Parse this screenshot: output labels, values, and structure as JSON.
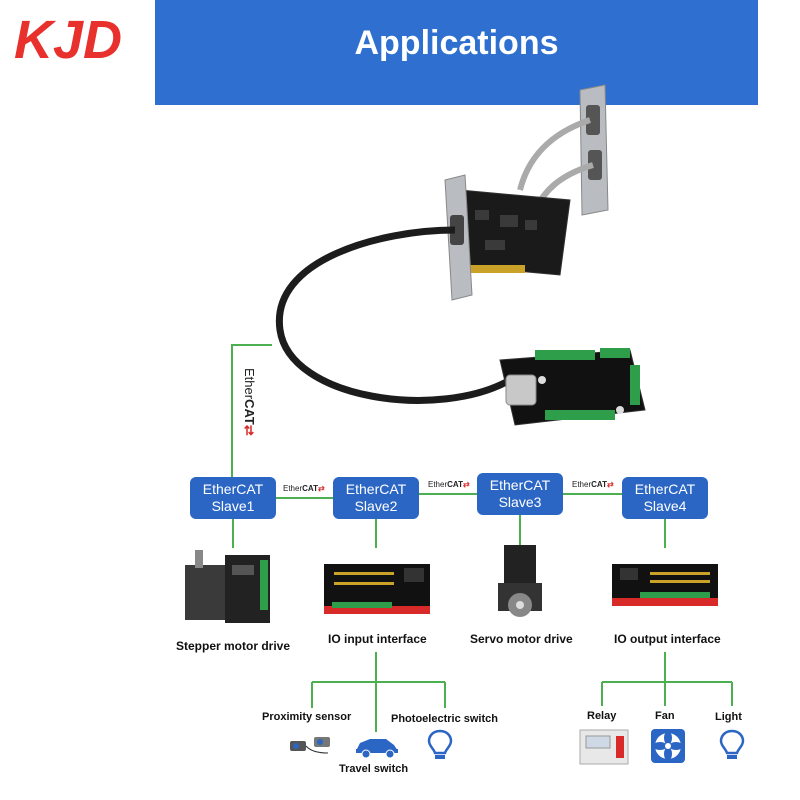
{
  "header": {
    "logo_text": "KJD",
    "title": "Applications"
  },
  "colors": {
    "banner": "#2f6fd0",
    "slave_box": "#2b66c4",
    "connector_line": "#4caf50",
    "accent_red": "#d92a2a"
  },
  "vertical_label": {
    "line1": "Ether",
    "line2": "CAT"
  },
  "link_tag": {
    "prefix": "Ether",
    "suffix": "CAT"
  },
  "slaves": [
    {
      "line1": "EtherCAT",
      "line2": "Slave1",
      "device": "Stepper motor drive"
    },
    {
      "line1": "EtherCAT",
      "line2": "Slave2",
      "device": "IO input interface"
    },
    {
      "line1": "EtherCAT",
      "line2": "Slave3",
      "device": "Servo motor drive"
    },
    {
      "line1": "EtherCAT",
      "line2": "Slave4",
      "device": "IO output interface"
    }
  ],
  "input_devices": {
    "proximity": "Proximity sensor",
    "photoelectric": "Photoelectric switch",
    "travel": "Travel switch"
  },
  "output_devices": {
    "relay": "Relay",
    "fan": "Fan",
    "light": "Light"
  },
  "icons": {
    "stepper": "stepper-motor-drive-icon",
    "io_input": "io-board-icon",
    "servo": "servo-motor-icon",
    "io_output": "io-board-icon",
    "proximity": "proximity-sensor-icon",
    "travel": "car-icon",
    "photoelectric": "bulb-icon",
    "relay": "relay-icon",
    "fan": "fan-icon",
    "light": "bulb-icon"
  }
}
